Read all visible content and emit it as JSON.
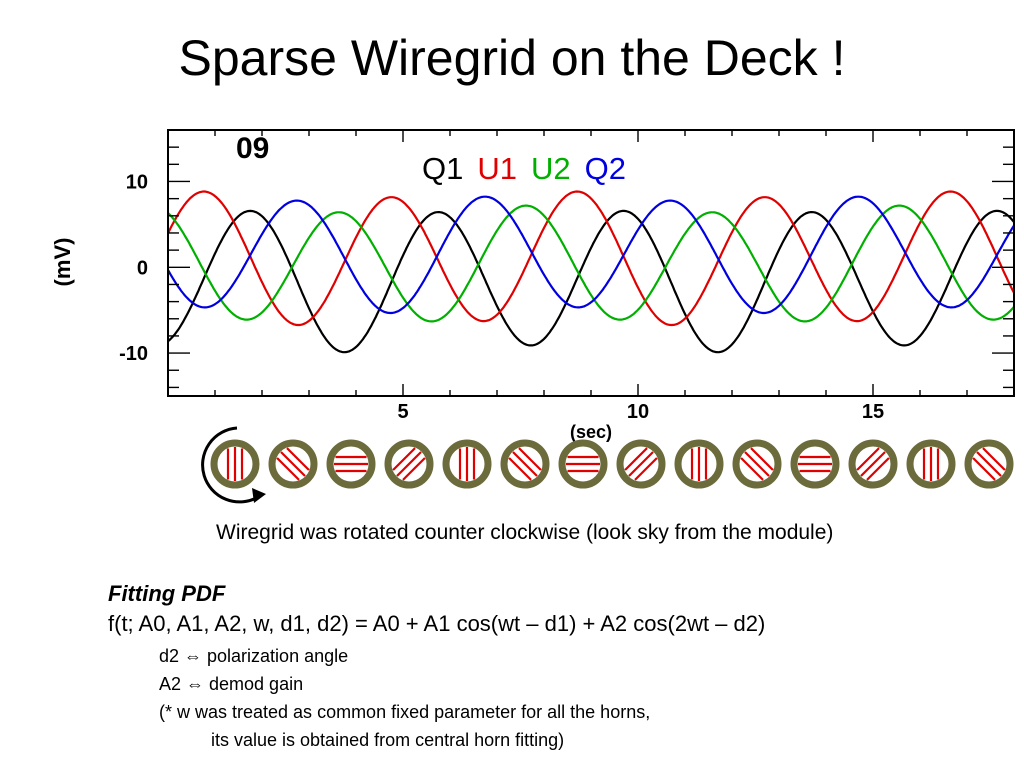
{
  "slide": {
    "title": "Sparse Wiregrid on the Deck !"
  },
  "chart_data": {
    "type": "line",
    "panel_label": "09",
    "ylabel": "(mV)",
    "xlabel": "(sec)",
    "xlim": [
      0,
      18
    ],
    "ylim": [
      -15,
      16
    ],
    "x_ticks": [
      5,
      10,
      15
    ],
    "y_ticks": [
      -10,
      0,
      10
    ],
    "grid": false,
    "legend": "top-center",
    "model": "A0 + A1 cos(wt - d1) + A2 cos(2wt - d2)",
    "w_rad_per_sec": 0.791,
    "series": [
      {
        "name": "Q1",
        "color": "#000000",
        "A0": -1.5,
        "A1": 0.4,
        "A2": 8.0,
        "d2_deg": 160
      },
      {
        "name": "U1",
        "color": "#e00000",
        "A0": 1.0,
        "A1": 0.4,
        "A2": 7.5,
        "d2_deg": 70
      },
      {
        "name": "U2",
        "color": "#00b000",
        "A0": 0.3,
        "A1": 0.4,
        "A2": 6.5,
        "d2_deg": -30
      },
      {
        "name": "Q2",
        "color": "#0000e0",
        "A0": 1.5,
        "A1": 0.4,
        "A2": 6.5,
        "d2_deg": -110
      }
    ]
  },
  "wiregrid": {
    "rotation_icon": "counter-clockwise-arrow-icon",
    "positions": [
      "vertical",
      "diag-tl-br",
      "horizontal",
      "diag-bl-tr",
      "vertical",
      "diag-tl-br",
      "horizontal",
      "diag-bl-tr",
      "vertical",
      "diag-tl-br",
      "horizontal",
      "diag-bl-tr",
      "vertical",
      "diag-tl-br"
    ],
    "ring_color": "#6b6b3c",
    "wire_color": "#e00000"
  },
  "caption": "Wiregrid was rotated counter clockwise (look sky from the module)",
  "fitting": {
    "heading": "Fitting PDF",
    "formula": "f(t; A0, A1, A2, w, d1, d2) = A0 + A1 cos(wt – d1) + A2 cos(2wt – d2)",
    "notes": [
      "d2 ⇔ polarization angle",
      "A2 ⇔ demod gain",
      "(* w was treated as common fixed parameter for all the horns,",
      "its value is obtained from central horn fitting)"
    ]
  }
}
